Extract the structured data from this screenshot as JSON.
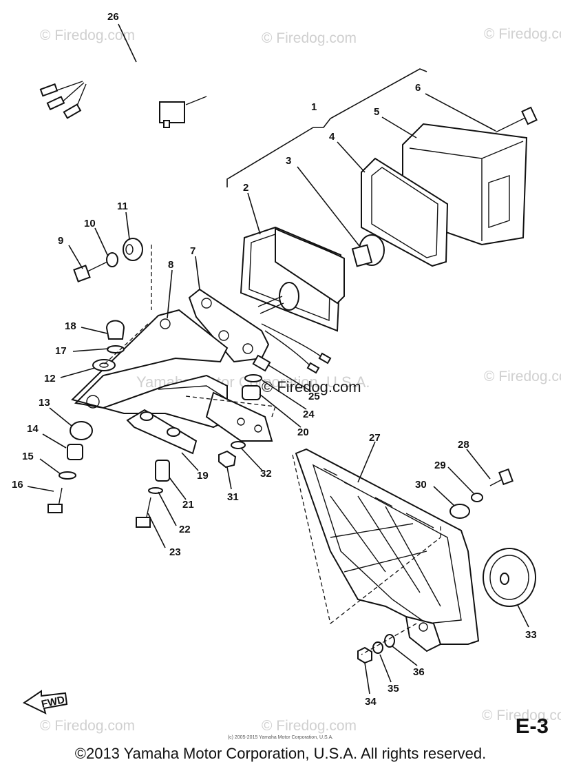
{
  "watermark": "© Firedog.com",
  "watermark_center": "© Firedog.com",
  "watermark_faint": "Yamaha Motor Corporation, U.S.A.",
  "callouts": [
    "1",
    "2",
    "3",
    "4",
    "5",
    "6",
    "7",
    "8",
    "9",
    "10",
    "11",
    "12",
    "13",
    "14",
    "15",
    "16",
    "17",
    "18",
    "19",
    "20",
    "21",
    "22",
    "23",
    "24",
    "25",
    "26",
    "27",
    "28",
    "29",
    "30",
    "31",
    "32",
    "33",
    "34",
    "35",
    "36"
  ],
  "page_code": "E-3",
  "fwd_label": "FWD",
  "tiny_copyright": "(c) 2005-2015 Yamaha Motor Corporation, U.S.A.",
  "footer": "©2013 Yamaha Motor Corporation, U.S.A. All rights reserved."
}
